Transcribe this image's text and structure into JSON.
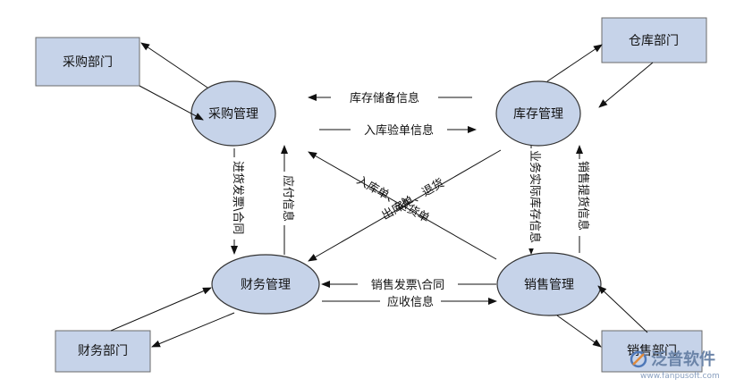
{
  "nodes": {
    "purchase_dept": "采购部门",
    "warehouse_dept": "仓库部门",
    "finance_dept": "财务部门",
    "sales_dept": "销售部门",
    "purchase_mgmt": "采购管理",
    "inventory_mgmt": "库存管理",
    "finance_mgmt": "财务管理",
    "sales_mgmt": "销售管理"
  },
  "flows": {
    "inv_to_purchase": "库存储备信息",
    "purchase_to_inv": "入库验单信息",
    "purchase_to_finance": "进货发票\\合同",
    "finance_to_purchase": "应付信息",
    "inv_to_sales": "业务实际库存信息",
    "sales_to_inv": "销售提货信息",
    "sales_to_finance": "销售发票\\合同",
    "finance_to_sales": "应收信息",
    "cross_to_purchase": "入库单、退货单",
    "cross_to_finance": "出库单、退货"
  },
  "watermark": {
    "brand": "泛普软件",
    "url": "www.fanpusoft.com"
  }
}
